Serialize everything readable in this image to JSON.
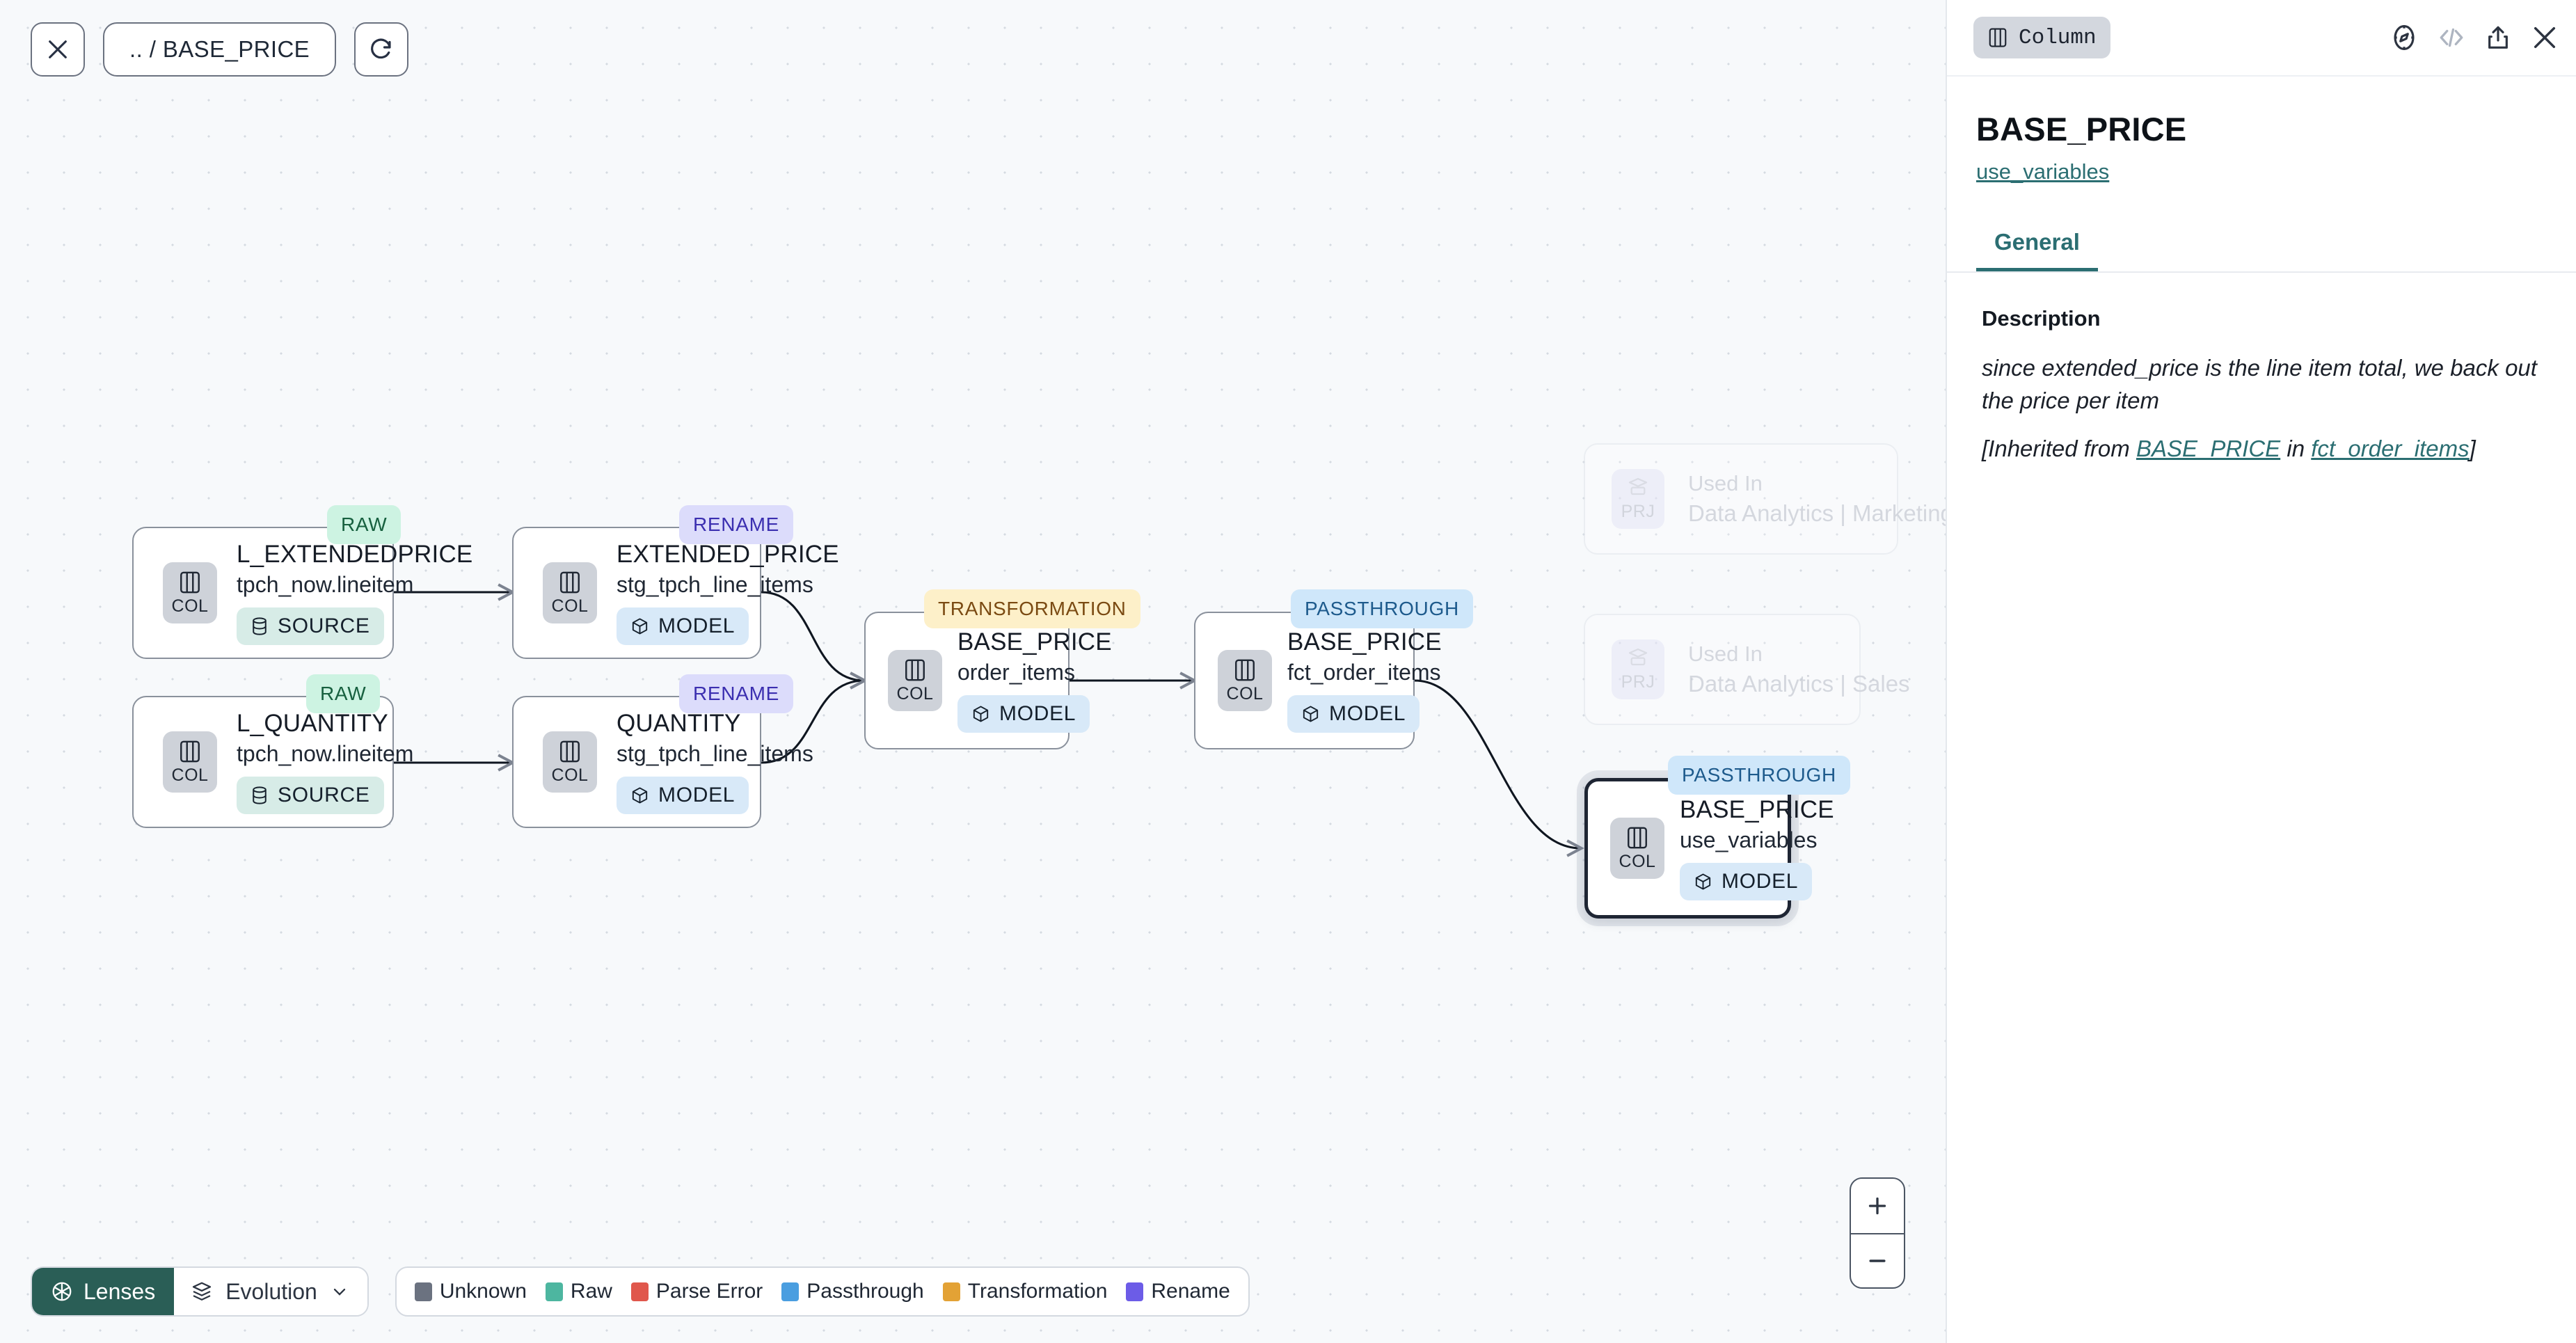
{
  "canvas": {
    "top_controls": {
      "close_label": "close-icon",
      "breadcrumb": ".. / BASE_PRICE",
      "refresh_label": "refresh-icon"
    },
    "nodes": [
      {
        "id": "l_extendedprice",
        "badge": "RAW",
        "badge_type": "raw",
        "kind": "COL",
        "title": "L_EXTENDEDPRICE",
        "subtitle": "tpch_now.lineitem",
        "chip": "SOURCE",
        "chip_type": "source",
        "selected": false
      },
      {
        "id": "l_quantity",
        "badge": "RAW",
        "badge_type": "raw",
        "kind": "COL",
        "title": "L_QUANTITY",
        "subtitle": "tpch_now.lineitem",
        "chip": "SOURCE",
        "chip_type": "source",
        "selected": false
      },
      {
        "id": "extended_price",
        "badge": "RENAME",
        "badge_type": "rename",
        "kind": "COL",
        "title": "EXTENDED_PRICE",
        "subtitle": "stg_tpch_line_items",
        "chip": "MODEL",
        "chip_type": "model",
        "selected": false
      },
      {
        "id": "quantity",
        "badge": "RENAME",
        "badge_type": "rename",
        "kind": "COL",
        "title": "QUANTITY",
        "subtitle": "stg_tpch_line_items",
        "chip": "MODEL",
        "chip_type": "model",
        "selected": false
      },
      {
        "id": "base_price_order_items",
        "badge": "TRANSFORMATION",
        "badge_type": "transformation",
        "kind": "COL",
        "title": "BASE_PRICE",
        "subtitle": "order_items",
        "chip": "MODEL",
        "chip_type": "model",
        "selected": false
      },
      {
        "id": "base_price_fct_order_items",
        "badge": "PASSTHROUGH",
        "badge_type": "passthrough",
        "kind": "COL",
        "title": "BASE_PRICE",
        "subtitle": "fct_order_items",
        "chip": "MODEL",
        "chip_type": "model",
        "selected": false
      },
      {
        "id": "base_price_use_variables",
        "badge": "PASSTHROUGH",
        "badge_type": "passthrough",
        "kind": "COL",
        "title": "BASE_PRICE",
        "subtitle": "use_variables",
        "chip": "MODEL",
        "chip_type": "model",
        "selected": true
      }
    ],
    "ghost_nodes": [
      {
        "id": "used_in_marketing",
        "kind": "PRJ",
        "line1": "Used In",
        "line2": "Data Analytics | Marketing"
      },
      {
        "id": "used_in_sales",
        "kind": "PRJ",
        "line1": "Used In",
        "line2": "Data Analytics | Sales"
      }
    ],
    "bottom_bar": {
      "lenses_label": "Lenses",
      "evolution_label": "Evolution",
      "legend": [
        {
          "label": "Unknown",
          "color": "#6b7280"
        },
        {
          "label": "Raw",
          "color": "#4db6a0"
        },
        {
          "label": "Parse Error",
          "color": "#e0574c"
        },
        {
          "label": "Passthrough",
          "color": "#4a9ee0"
        },
        {
          "label": "Transformation",
          "color": "#e3a235"
        },
        {
          "label": "Rename",
          "color": "#6c5ce7"
        }
      ]
    },
    "zoom_controls": {
      "zoom_in": "+",
      "zoom_out": "−"
    }
  },
  "panel": {
    "type_chip": "Column",
    "icons": [
      "compass-icon",
      "code-icon",
      "share-icon",
      "close-icon"
    ],
    "title": "BASE_PRICE",
    "source_link": "use_variables",
    "tabs": [
      {
        "label": "General",
        "active": true
      }
    ],
    "description_label": "Description",
    "description_text": "since extended_price is the line item total, we back out the price per item",
    "inherited_prefix": "[Inherited from ",
    "inherited_link1": "BASE_PRICE",
    "inherited_mid": " in ",
    "inherited_link2": "fct_order_items",
    "inherited_suffix": "]"
  }
}
